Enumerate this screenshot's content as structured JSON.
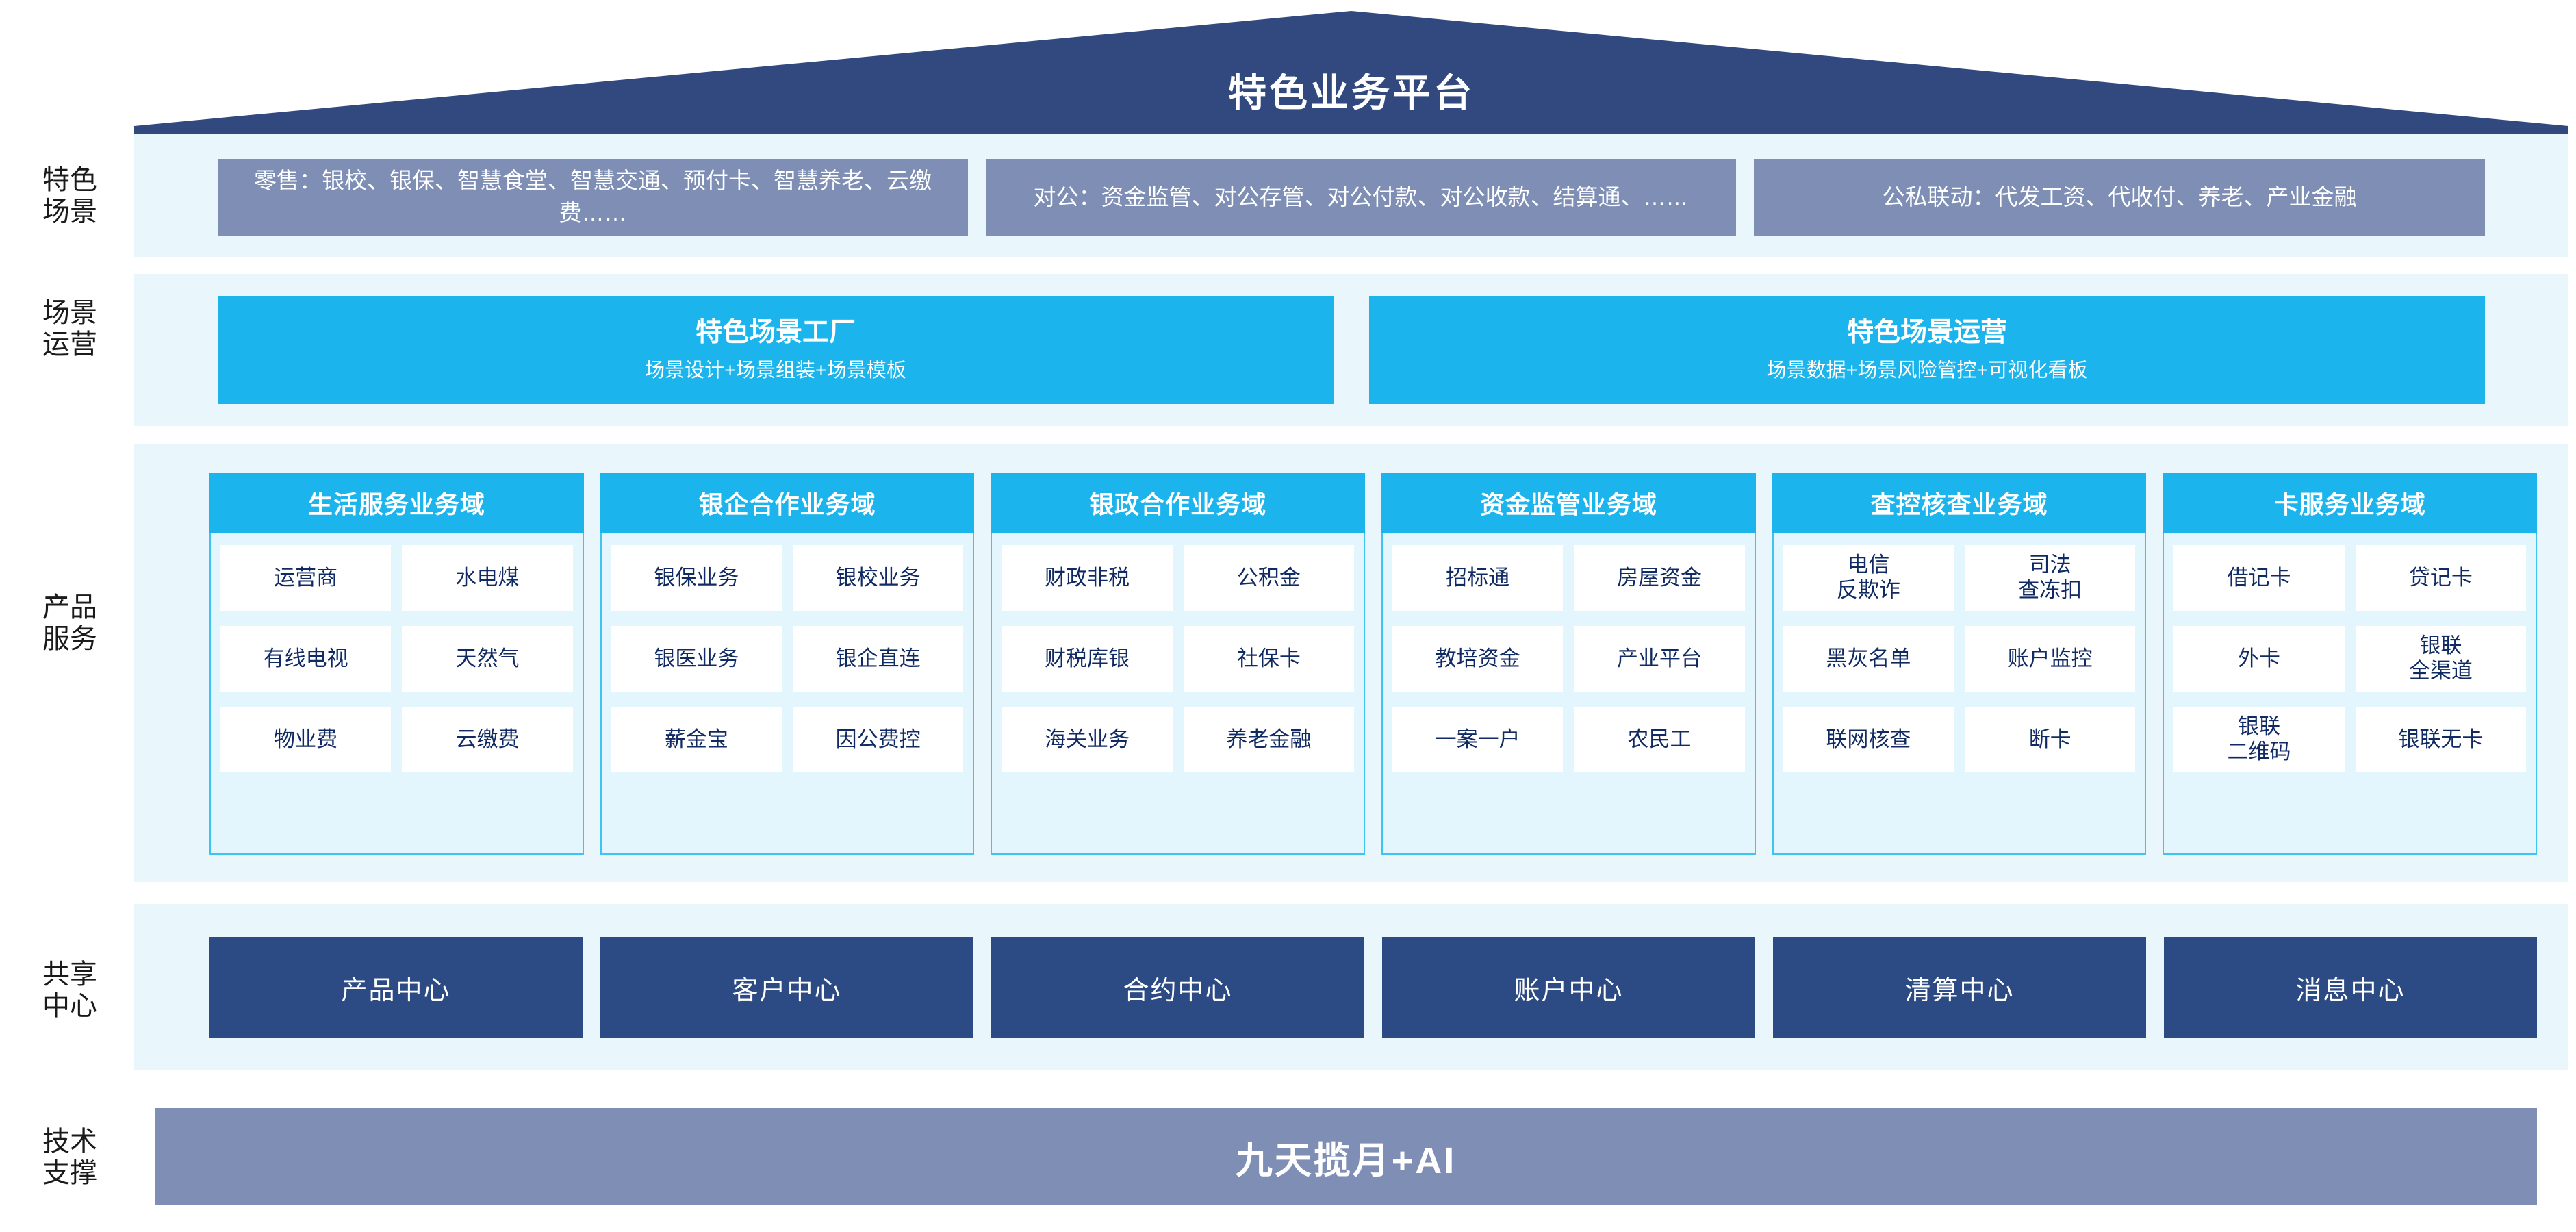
{
  "roof": {
    "title": "特色业务平台",
    "color": "#31497f"
  },
  "row_labels": {
    "scenario": [
      "特色",
      "场景"
    ],
    "operation": [
      "场景",
      "运营"
    ],
    "product": [
      "产品",
      "服务"
    ],
    "shared_center": [
      "共享",
      "中心"
    ],
    "tech_support": [
      "技术",
      "支撑"
    ]
  },
  "scenarios": [
    {
      "text": "零售：银校、银保、智慧食堂、智慧交通、预付卡、智慧养老、云缴费……"
    },
    {
      "text": "对公：资金监管、对公存管、对公付款、对公收款、结算通、……"
    },
    {
      "text": "公私联动：代发工资、代收付、养老、产业金融"
    }
  ],
  "operations": [
    {
      "title": "特色场景工厂",
      "subtitle": "场景设计+场景组装+场景模板"
    },
    {
      "title": "特色场景运营",
      "subtitle": "场景数据+场景风险管控+可视化看板"
    }
  ],
  "product_domains": [
    {
      "title": "生活服务业务域",
      "items": [
        "运营商",
        "水电煤",
        "有线电视",
        "天然气",
        "物业费",
        "云缴费"
      ]
    },
    {
      "title": "银企合作业务域",
      "items": [
        "银保业务",
        "银校业务",
        "银医业务",
        "银企直连",
        "薪金宝",
        "因公费控"
      ]
    },
    {
      "title": "银政合作业务域",
      "items": [
        "财政非税",
        "公积金",
        "财税库银",
        "社保卡",
        "海关业务",
        "养老金融"
      ]
    },
    {
      "title": "资金监管业务域",
      "items": [
        "招标通",
        "房屋资金",
        "教培资金",
        "产业平台",
        "一案一户",
        "农民工"
      ]
    },
    {
      "title": "查控核查业务域",
      "items": [
        "电信\n反欺诈",
        "司法\n查冻扣",
        "黑灰名单",
        "账户监控",
        "联网核查",
        "断卡"
      ]
    },
    {
      "title": "卡服务业务域",
      "items": [
        "借记卡",
        "贷记卡",
        "外卡",
        "银联\n全渠道",
        "银联\n二维码",
        "银联无卡"
      ]
    }
  ],
  "shared_centers": [
    "产品中心",
    "客户中心",
    "合约中心",
    "账户中心",
    "清算中心",
    "消息中心"
  ],
  "tech_support": {
    "label": "九天揽月+AI"
  },
  "colors": {
    "navy": "#31497f",
    "slate": "#7e8eb4",
    "cyan": "#1bb4ec",
    "band": "#e9f7fd",
    "card_body": "#e3f5fd",
    "center_navy": "#2c4a83",
    "tile_text": "#102a63"
  }
}
